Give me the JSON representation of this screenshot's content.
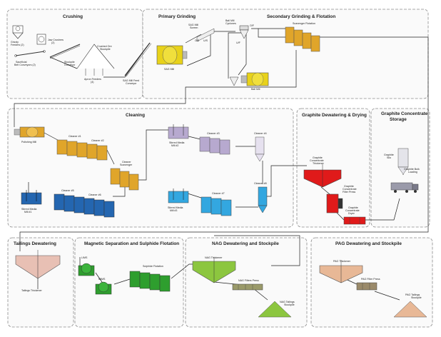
{
  "sections": {
    "crushing": "Crushing",
    "primary_grinding": "Primary Grinding",
    "secondary_grinding": "Secondary Grinding & Flotation",
    "cleaning": "Cleaning",
    "graphite_dewatering": "Graphite Dewatering & Drying",
    "graphite_storage": "Graphite Concentrate Storage",
    "tailings_dewatering": "Tailings Dewatering",
    "magnetic_separation": "Magnetic Separation and Sulphide Flotation",
    "nag_dewatering": "NAG Dewatering and Stockpile",
    "pag_dewatering": "PAG Dewatering and Stockpile"
  },
  "labels": {
    "grizzly_feeders": "Grizzly Feeders (2)",
    "jaw_crushers": "Jaw Crushers (2)",
    "belt_conveyors": "Sacrificial Belt Conveyors (2)",
    "stockpile_conveyor": "Stockpile Conveyor",
    "crushed_ore_stockpile": "Crushed Ore Stockpile",
    "apron_feeders": "Apron Feeders (4)",
    "sag_mill_feed_conveyor": "SAG Mill Feed Conveyor",
    "sag_mill_screen": "SAG Mill Screen",
    "sag_mill": "SAG Mill",
    "ball_mill_cyclones": "Ball Mill Cyclones",
    "ball_mill": "Ball Mill",
    "scavenger_flotation": "Scavenger Flotation",
    "polishing_mill": "Polishing Mill",
    "cleaner_1": "Cleaner #1",
    "cleaner_2": "Cleaner #2",
    "cleaner_scavenger": "Cleaner Scavenger",
    "stirred_media_mill_2": "Stirred Media Mill #2",
    "cleaner_3": "Cleaner #3",
    "cleaner_4": "Cleaner #4",
    "stirred_media_mill_1": "Stirred Media Mill #1",
    "cleaner_5": "Cleaner #5",
    "cleaner_6": "Cleaner #6",
    "stirred_media_mill_3": "Stirred Media Mill #3",
    "cleaner_7": "Cleaner #7",
    "cleaner_8": "Cleaner #8",
    "graphite_thickener": "Graphite Concentrate Thickener",
    "graphite_filter_press": "Graphite Concentrate Filter Press",
    "graphite_dryer": "Graphite Concentrate Dryer",
    "graphite_silo": "Graphite Silo",
    "graphite_bulk_loading": "Graphite Bulk Loading",
    "tailings_thickener": "Tailings Thickener",
    "lims": "LIMS",
    "mims": "MIMS",
    "sulphide_flotation": "Sulphide Flotation",
    "nag_thickener": "NAG Thickener",
    "nag_filter_press": "NAG Filters Press",
    "nag_tailings_stockpile": "NAG Tailings Stockpile",
    "pag_thickener": "PAG Thickener",
    "pag_filter_press": "PAG Filter Press",
    "pag_tailings_stockpile": "PAG Tailings Stockpile"
  },
  "colors": {
    "flotation_green": "#2e9e2e",
    "cleaner_yellow": "#e0a52a",
    "mill_yellow": "#e8d21a",
    "cleaner_blue": "#2466b0",
    "cleaner_light_blue": "#33a7e0",
    "cleaner_lavender": "#b7a9cf",
    "graphite_red": "#e01a1a",
    "tailings_pink": "#e8c0b4",
    "nag_green": "#8cc63f",
    "pag_tan": "#e8b896",
    "storage_grey": "#9a9aaa",
    "section_border": "#8c8c8c"
  }
}
